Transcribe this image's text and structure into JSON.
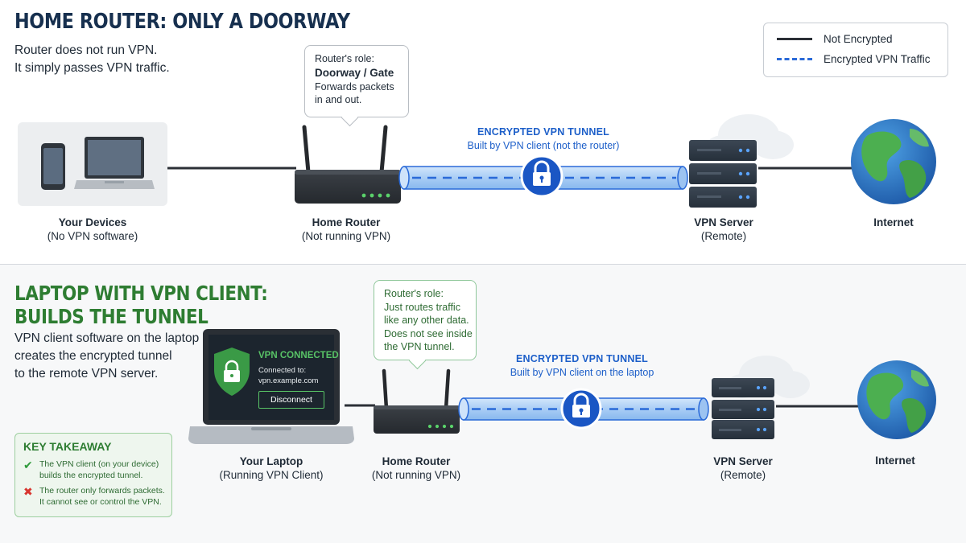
{
  "legend": {
    "not_encrypted": "Not Encrypted",
    "encrypted": "Encrypted VPN Traffic"
  },
  "top_section": {
    "heading": "HOME ROUTER: ONLY A DOORWAY",
    "description": [
      "Router does not run VPN.",
      "It simply passes VPN traffic."
    ],
    "bubble": {
      "title": "Router's role:",
      "role": "Doorway / Gate",
      "lines": [
        "Forwards packets",
        "in and out."
      ]
    },
    "tunnel": {
      "title": "ENCRYPTED VPN TUNNEL",
      "subtitle": "Built by VPN client (not the router)"
    },
    "nodes": {
      "devices": {
        "title": "Your Devices",
        "subtitle": "(No VPN software)"
      },
      "router": {
        "title": "Home Router",
        "subtitle": "(Not running VPN)"
      },
      "vpn_server": {
        "title": "VPN Server",
        "subtitle": "(Remote)"
      },
      "internet": {
        "title": "Internet"
      }
    }
  },
  "bottom_section": {
    "heading": [
      "LAPTOP WITH VPN CLIENT:",
      "BUILDS THE TUNNEL"
    ],
    "description": [
      "VPN client software on the laptop",
      "creates the encrypted tunnel",
      "to the remote VPN server."
    ],
    "vpn_app": {
      "status": "VPN CONNECTED",
      "connected_to": "Connected to:",
      "server": "vpn.example.com",
      "button": "Disconnect"
    },
    "bubble": {
      "title": "Router's role:",
      "lines": [
        "Just routes traffic",
        "like any other data.",
        "Does not see inside",
        "the VPN tunnel."
      ]
    },
    "tunnel": {
      "title": "ENCRYPTED VPN TUNNEL",
      "subtitle": "Built by VPN client on the laptop"
    },
    "nodes": {
      "laptop": {
        "title": "Your Laptop",
        "subtitle": "(Running VPN Client)"
      },
      "router": {
        "title": "Home Router",
        "subtitle": "(Not running VPN)"
      },
      "vpn_server": {
        "title": "VPN Server",
        "subtitle": "(Remote)"
      },
      "internet": {
        "title": "Internet"
      }
    },
    "takeaway": {
      "title": "KEY TAKEAWAY",
      "items": [
        {
          "icon": "check-icon",
          "lines": [
            "The VPN client (on your device)",
            "builds the encrypted tunnel."
          ]
        },
        {
          "icon": "cross-icon",
          "lines": [
            "The router only forwards packets.",
            "It cannot see or control the VPN."
          ]
        }
      ]
    }
  },
  "colors": {
    "heading_top": "#17304f",
    "heading_bottom": "#2e7d32",
    "tunnel_blue": "#2a6ad8",
    "tunnel_fill": "#a9cdf5",
    "router_dark": "#2f3338",
    "led_green": "#5ad26a"
  }
}
